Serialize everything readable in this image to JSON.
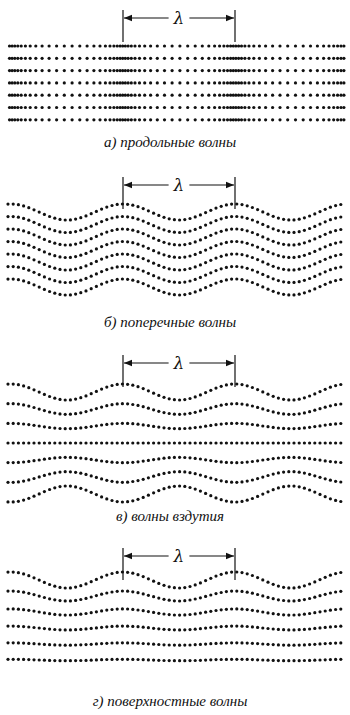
{
  "diagram": {
    "labels": [
      "λ",
      "а) продольные волны",
      "λ",
      "б) поперечные волны",
      "λ",
      "в) волны вздутия",
      "λ",
      "г) поверхностные волны"
    ]
  }
}
